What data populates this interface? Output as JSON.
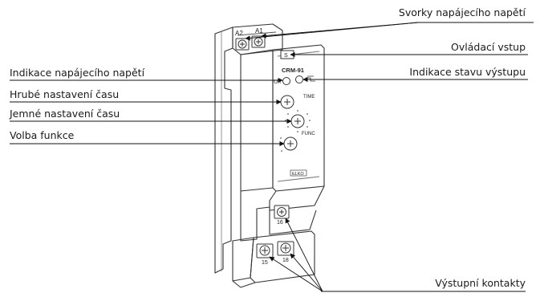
{
  "labels": {
    "supply_terminals": "Svorky napájecího napětí",
    "control_input": "Ovládací vstup",
    "supply_indication": "Indikace napájecího napětí",
    "output_state_indication": "Indikace stavu výstupu",
    "coarse_time": "Hrubé nastavení času",
    "fine_time": "Jemné nastavení času",
    "function_select": "Volba funkce",
    "output_contacts": "Výstupní kontakty"
  },
  "device": {
    "model": "CRM-91",
    "brand": "ELKO",
    "led_supply": "Un",
    "terminal_a2": "A2",
    "terminal_a1": "A1",
    "terminal_s": "S",
    "terminal_16": "16",
    "terminal_15": "15",
    "terminal_18": "18",
    "time_label": "TIME",
    "func_label": "FUNC"
  }
}
